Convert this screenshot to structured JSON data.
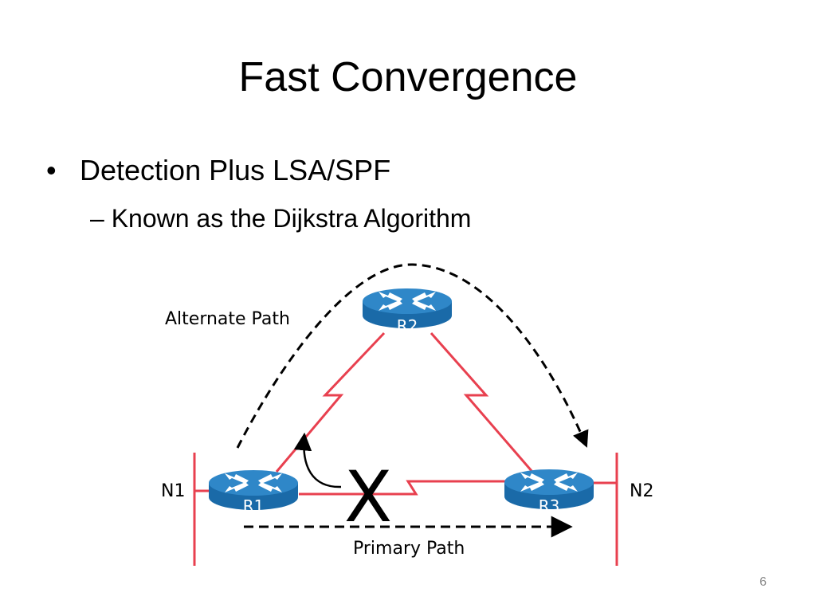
{
  "slide": {
    "title": "Fast Convergence",
    "bullet_symbol": "•",
    "bullet": "Detection Plus LSA/SPF",
    "sub_bullet": "– Known as the Dijkstra Algorithm",
    "page_number": "6"
  },
  "diagram": {
    "routers": [
      {
        "id": "r1",
        "label": "R1"
      },
      {
        "id": "r2",
        "label": "R2"
      },
      {
        "id": "r3",
        "label": "R3"
      }
    ],
    "networks": [
      {
        "id": "n1",
        "label": "N1"
      },
      {
        "id": "n2",
        "label": "N2"
      }
    ],
    "paths": {
      "alternate_label": "Alternate Path",
      "primary_label": "Primary Path"
    },
    "failure_mark": "X"
  },
  "colors": {
    "link": "#e8404f",
    "router_top": "#2f87c8",
    "router_side": "#1a6aa8",
    "router_arrows": "#ffffff"
  },
  "icons": [
    "router-icon",
    "failure-x-icon",
    "dashed-arrow-icon"
  ]
}
